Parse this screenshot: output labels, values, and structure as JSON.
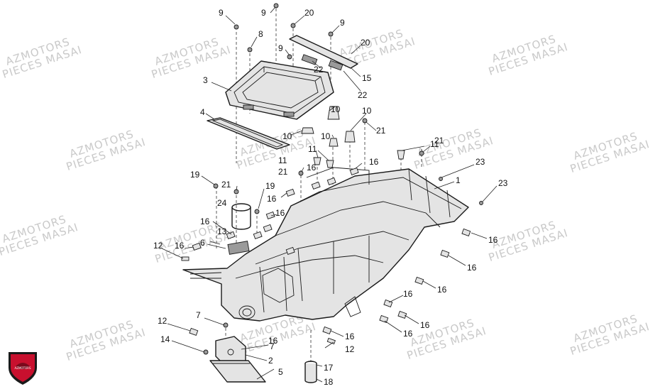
{
  "watermark": {
    "line1": "AZMOTORS",
    "line2": "PIECES MASAI"
  },
  "logo": {
    "text": "AZMOTORS",
    "color": "#c8102e"
  },
  "callouts": [
    {
      "id": "c9a",
      "label": "9"
    },
    {
      "id": "c9b",
      "label": "9"
    },
    {
      "id": "c20a",
      "label": "20"
    },
    {
      "id": "c9c",
      "label": "9"
    },
    {
      "id": "c8",
      "label": "8"
    },
    {
      "id": "c9d",
      "label": "9"
    },
    {
      "id": "c20b",
      "label": "20"
    },
    {
      "id": "c22a",
      "label": "22"
    },
    {
      "id": "c15",
      "label": "15"
    },
    {
      "id": "c22b",
      "label": "22"
    },
    {
      "id": "c3",
      "label": "3"
    },
    {
      "id": "c4",
      "label": "4"
    },
    {
      "id": "c10a",
      "label": "10"
    },
    {
      "id": "c10b",
      "label": "10"
    },
    {
      "id": "c21a",
      "label": "21"
    },
    {
      "id": "c10c",
      "label": "10"
    },
    {
      "id": "c10d",
      "label": "10"
    },
    {
      "id": "c11a",
      "label": "11"
    },
    {
      "id": "c21b",
      "label": "21"
    },
    {
      "id": "c23a",
      "label": "23"
    },
    {
      "id": "c11b",
      "label": "11"
    },
    {
      "id": "c16a",
      "label": "16"
    },
    {
      "id": "c11c",
      "label": "11"
    },
    {
      "id": "c16b",
      "label": "16"
    },
    {
      "id": "c21c",
      "label": "21"
    },
    {
      "id": "c1",
      "label": "1"
    },
    {
      "id": "c19a",
      "label": "19"
    },
    {
      "id": "c21d",
      "label": "21"
    },
    {
      "id": "c19b",
      "label": "19"
    },
    {
      "id": "c16c",
      "label": "16"
    },
    {
      "id": "c23b",
      "label": "23"
    },
    {
      "id": "c24",
      "label": "24"
    },
    {
      "id": "c16d",
      "label": "16"
    },
    {
      "id": "c16e",
      "label": "16"
    },
    {
      "id": "c13",
      "label": "13"
    },
    {
      "id": "c16f",
      "label": "16"
    },
    {
      "id": "c12a",
      "label": "12"
    },
    {
      "id": "c16g",
      "label": "16"
    },
    {
      "id": "c6",
      "label": "6"
    },
    {
      "id": "c16h",
      "label": "16"
    },
    {
      "id": "c16i",
      "label": "16"
    },
    {
      "id": "c16j",
      "label": "16"
    },
    {
      "id": "c7a",
      "label": "7"
    },
    {
      "id": "c16k",
      "label": "16"
    },
    {
      "id": "c12b",
      "label": "12"
    },
    {
      "id": "c16l",
      "label": "16"
    },
    {
      "id": "c16m",
      "label": "16"
    },
    {
      "id": "c14",
      "label": "14"
    },
    {
      "id": "c7b",
      "label": "7"
    },
    {
      "id": "c16n",
      "label": "16"
    },
    {
      "id": "c12c",
      "label": "12"
    },
    {
      "id": "c2",
      "label": "2"
    },
    {
      "id": "c17",
      "label": "17"
    },
    {
      "id": "c5",
      "label": "5"
    },
    {
      "id": "c18",
      "label": "18"
    }
  ]
}
